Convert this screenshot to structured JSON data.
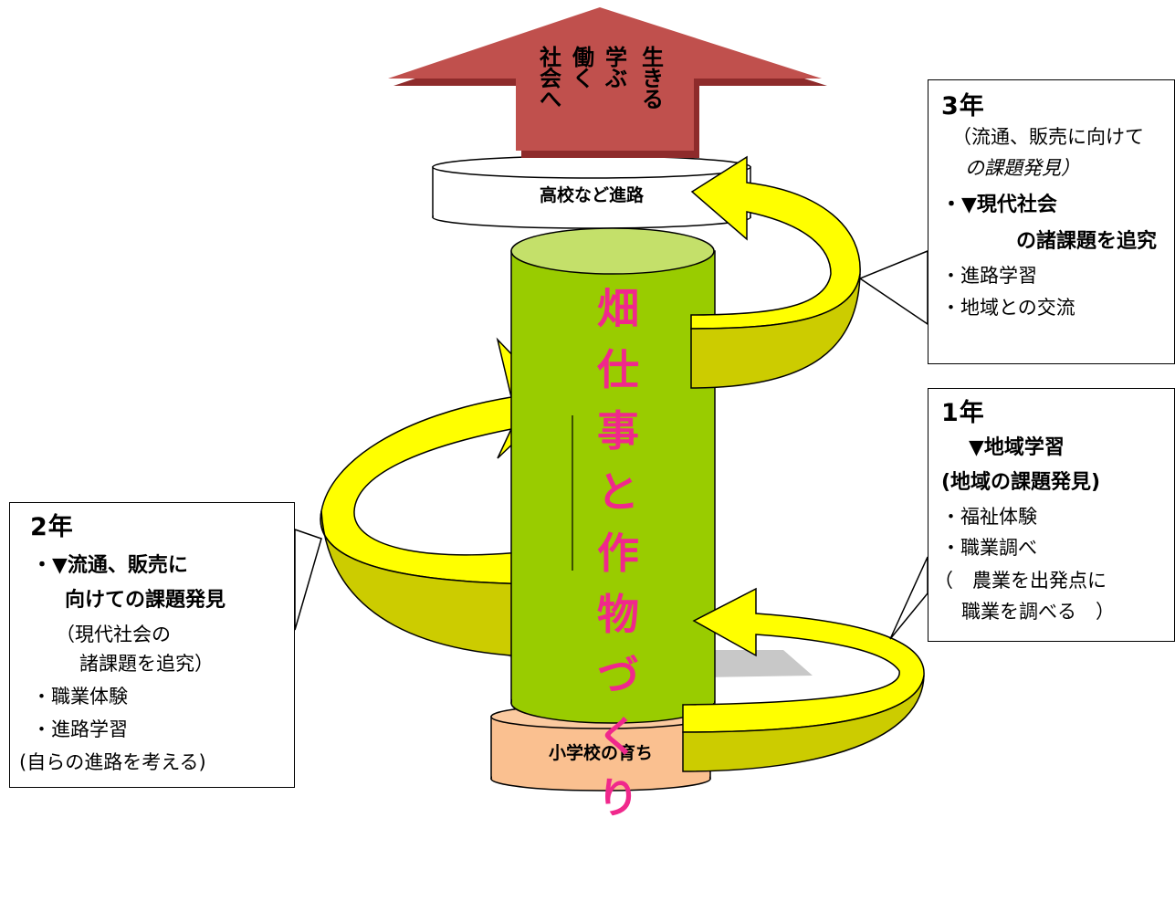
{
  "top_arrow": {
    "columns": [
      "生きる",
      "学ぶ",
      "働く",
      "社会へ"
    ]
  },
  "top_disk": {
    "label": "高校など進路"
  },
  "pillar": {
    "label": "畑仕事と作物づくり"
  },
  "bottom_disk": {
    "label": "小学校の育ち"
  },
  "year3": {
    "title": "3年",
    "lines": [
      "（流通、販売に向けて",
      "の課題発見）",
      "・▼現代社会",
      "の諸課題を追究",
      "・進路学習",
      "・地域との交流"
    ]
  },
  "year1": {
    "title": "1年",
    "lines": [
      "▼地域学習",
      "(地域の課題発見)",
      "・福祉体験",
      "・職業調べ",
      "（　農業を出発点に",
      "職業を調べる　）"
    ]
  },
  "year2": {
    "title": "2年",
    "lines": [
      "・▼流通、販売に",
      "向けての課題発見",
      "（現代社会の",
      "諸課題を追究）",
      "・職業体験",
      "・進路学習",
      "(自らの進路を考える)"
    ]
  },
  "colors": {
    "pillar": "#99cc00",
    "pillar_top": "#c4e06a",
    "arrow_red": "#c0504d",
    "spiral_yellow": "#ffff00",
    "spiral_olive": "#cccc00",
    "pillar_text": "#f0288c",
    "base_disk": "#fac090"
  }
}
